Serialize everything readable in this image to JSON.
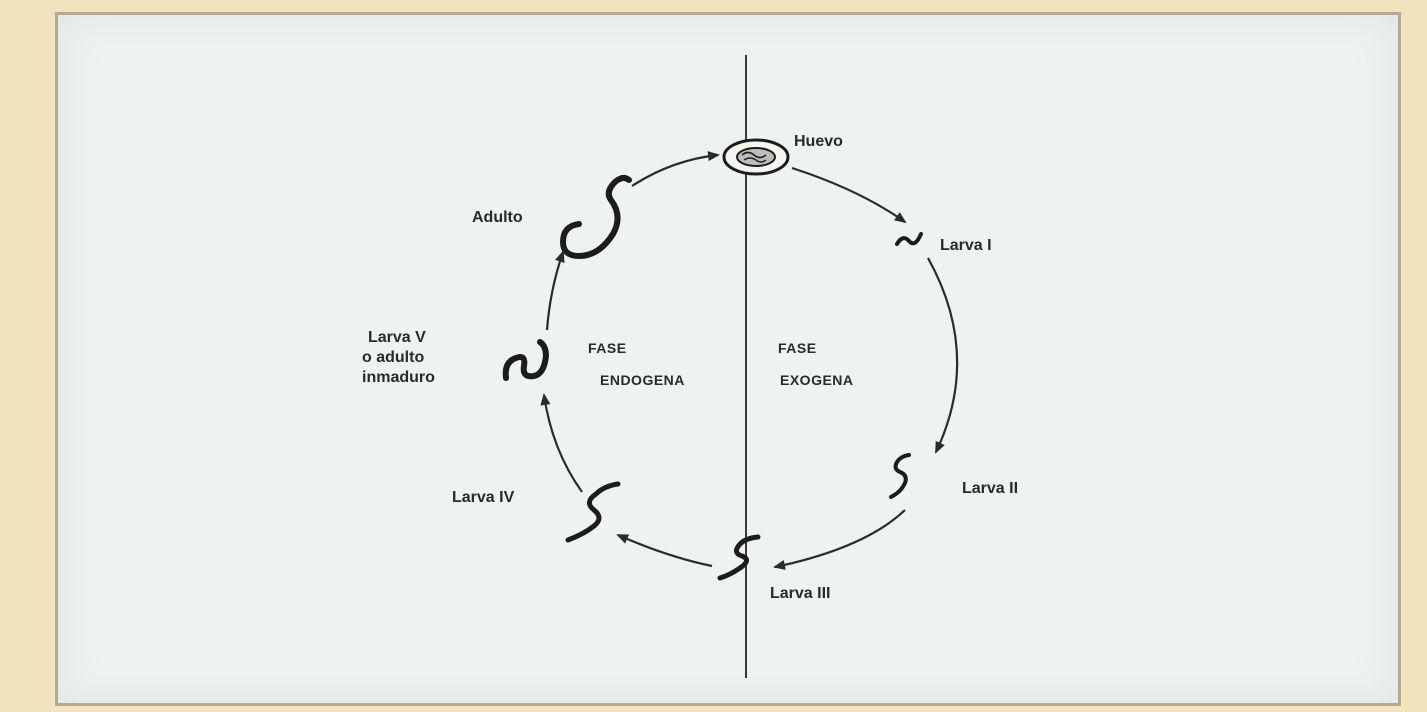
{
  "stages": {
    "egg": "Huevo",
    "larva1": "Larva I",
    "larva2": "Larva II",
    "larva3": "Larva III",
    "larva4": "Larva IV",
    "larva5_line1": "Larva V",
    "larva5_line2": "o adulto",
    "larva5_line3": "inmaduro",
    "adult": "Adulto"
  },
  "phases": {
    "endogenous_line1": "FASE",
    "endogenous_line2": "ENDOGENA",
    "exogenous_line1": "FASE",
    "exogenous_line2": "EXOGENA"
  },
  "colors": {
    "background": "#f1e3bd",
    "panel": "#eef2f2",
    "ink": "#2b2b2b"
  }
}
